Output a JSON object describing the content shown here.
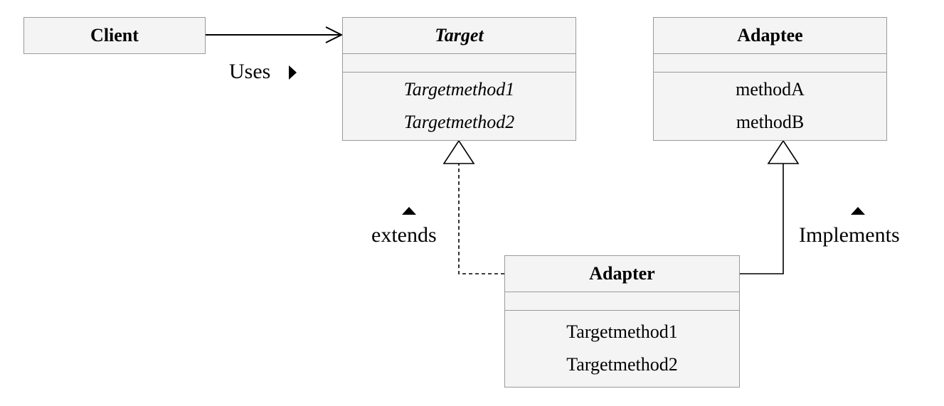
{
  "classes": {
    "client": {
      "name": "Client"
    },
    "target": {
      "name": "Target",
      "methods": [
        "Targetmethod1",
        "Targetmethod2"
      ]
    },
    "adaptee": {
      "name": "Adaptee",
      "methods": [
        "methodA",
        "methodB"
      ]
    },
    "adapter": {
      "name": "Adapter",
      "methods": [
        "Targetmethod1",
        "Targetmethod2"
      ]
    }
  },
  "relations": {
    "uses": "Uses",
    "extends": "extends",
    "implements": "Implements"
  }
}
